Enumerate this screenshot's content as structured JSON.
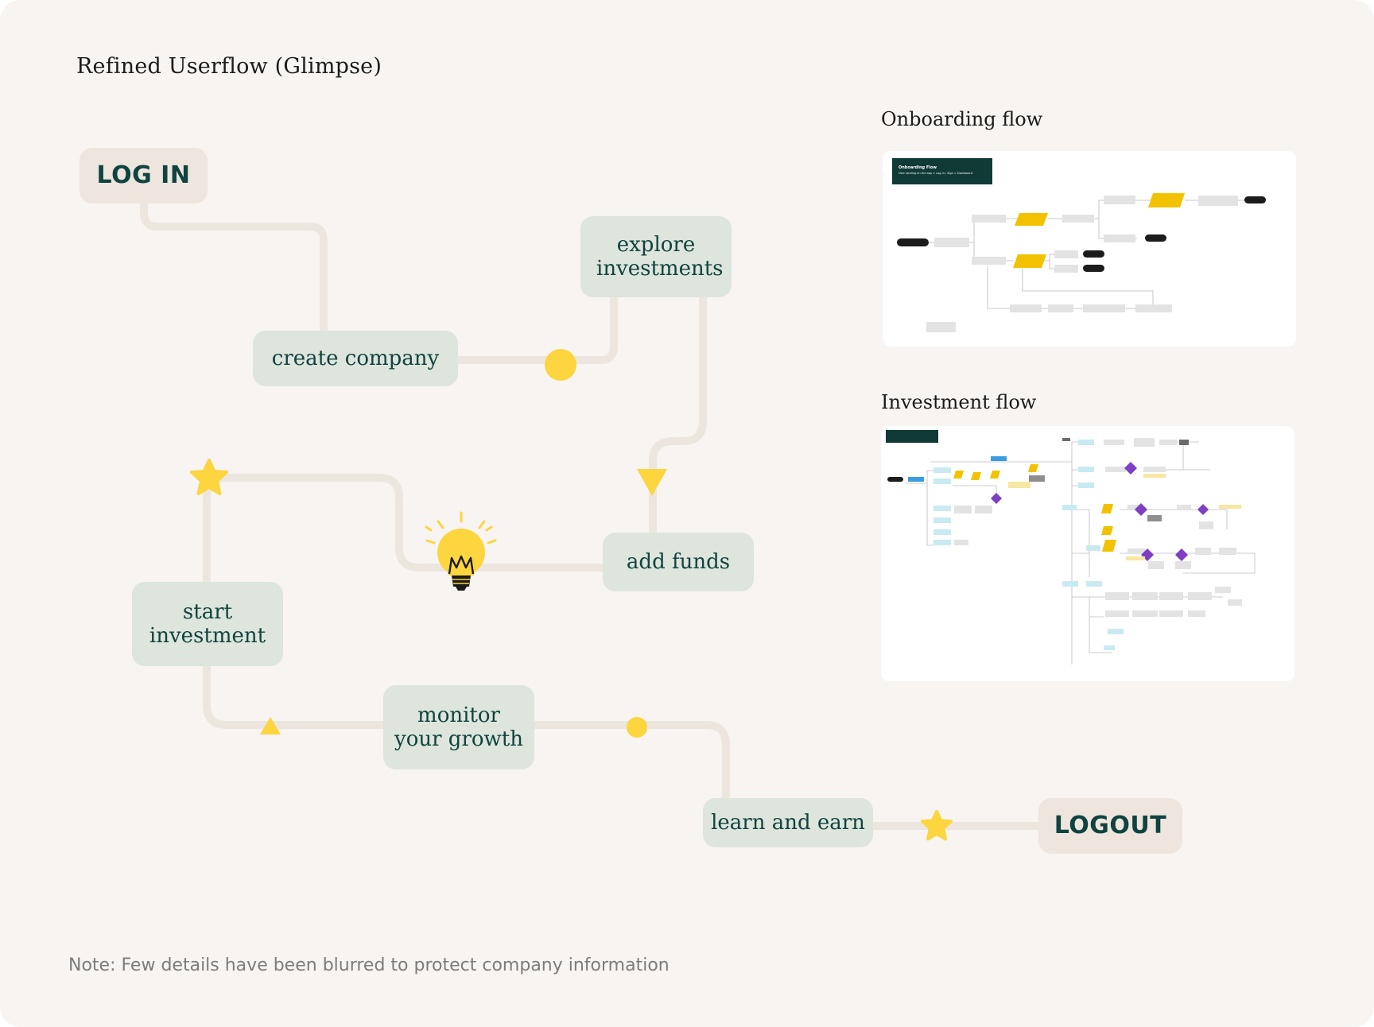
{
  "title": "Refined Userflow (Glimpse)",
  "flow": {
    "nodes": {
      "login": "LOG IN",
      "create_company": "create company",
      "explore_investments": "explore investments",
      "add_funds": "add funds",
      "start_investment": "start investment",
      "monitor_growth": "monitor your growth",
      "learn_and_earn": "learn and earn",
      "logout": "LOGOUT"
    },
    "colors": {
      "node_fill": "#dde5dd",
      "terminal_fill": "#eee5df",
      "node_text": "#10433f",
      "connector": "#ede6df",
      "accent_yellow": "#fcd53f"
    }
  },
  "onboarding": {
    "label": "Onboarding flow",
    "header_title": "Onboarding Flow",
    "header_sub": "User landing on the app > Log in / Sign > Dashboard"
  },
  "investment": {
    "label": "Investment flow"
  },
  "note": "Note: Few details have been blurred to protect company information"
}
